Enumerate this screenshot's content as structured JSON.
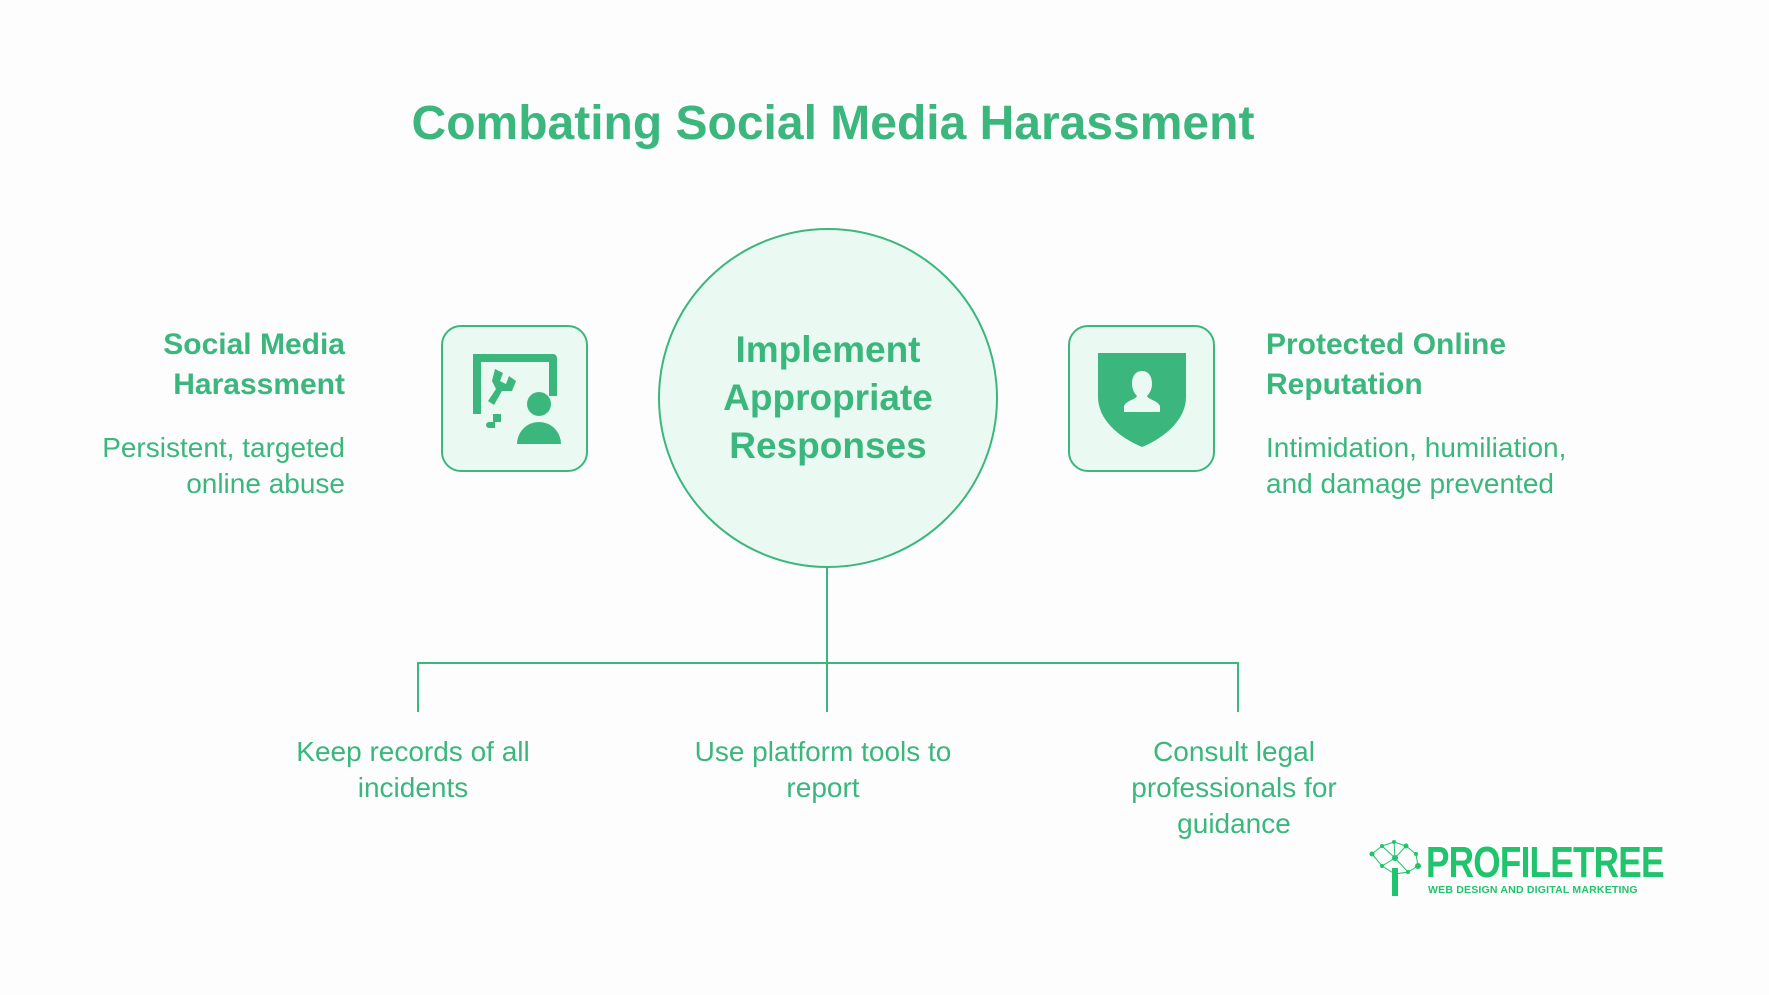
{
  "title": "Combating Social Media Harassment",
  "center": {
    "label": "Implement Appropriate Responses",
    "lines": [
      "Implement",
      "Appropriate",
      "Responses"
    ]
  },
  "left": {
    "heading_lines": [
      "Social Media",
      "Harassment"
    ],
    "description_lines": [
      "Persistent, targeted",
      "online abuse"
    ],
    "icon": "monitor-user-tools-icon"
  },
  "right": {
    "heading_lines": [
      "Protected Online",
      "Reputation"
    ],
    "description_lines": [
      "Intimidation, humiliation,",
      "and damage prevented"
    ],
    "icon": "shield-user-icon"
  },
  "steps": [
    {
      "lines": [
        "Keep records of all",
        "incidents"
      ]
    },
    {
      "lines": [
        "Use platform tools to",
        "report"
      ]
    },
    {
      "lines": [
        "Consult legal",
        "professionals for",
        "guidance"
      ]
    }
  ],
  "logo": {
    "name": "PROFILETREE",
    "tagline": "WEB DESIGN AND DIGITAL MARKETING"
  },
  "colors": {
    "accent": "#3bb77e",
    "fill": "#eafaf2"
  }
}
